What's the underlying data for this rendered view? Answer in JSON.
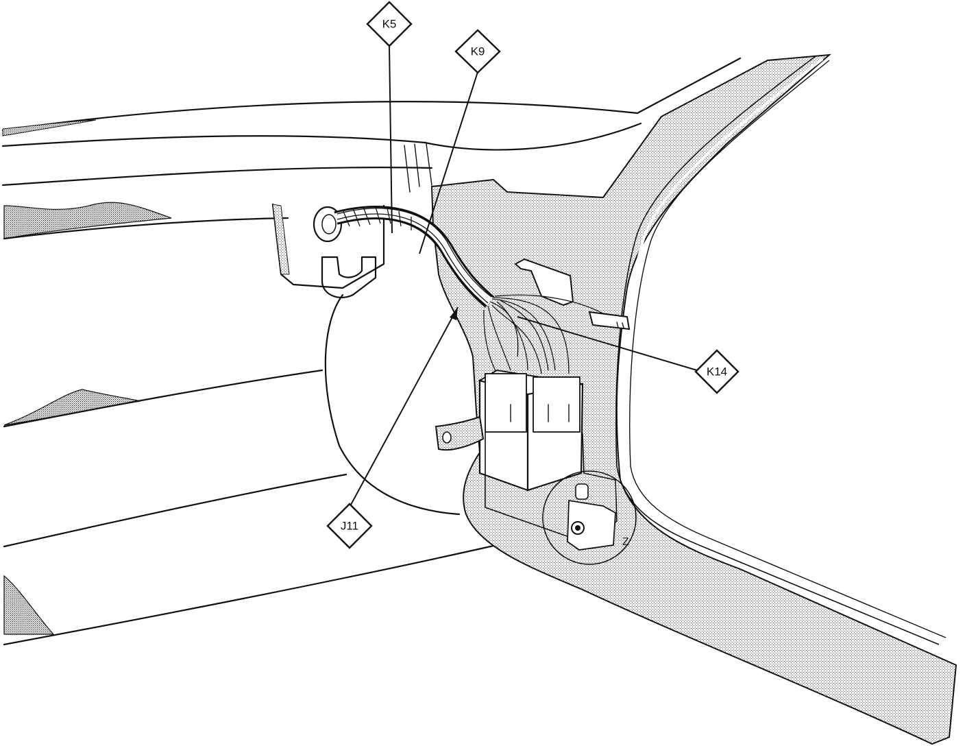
{
  "callouts": {
    "k5": "K5",
    "k9": "K9",
    "k14": "K14",
    "j11": "J11"
  },
  "zone_label": "Z",
  "colors": {
    "ink": "#111111",
    "paper": "#ffffff",
    "stipple": "#9a9a9a"
  }
}
